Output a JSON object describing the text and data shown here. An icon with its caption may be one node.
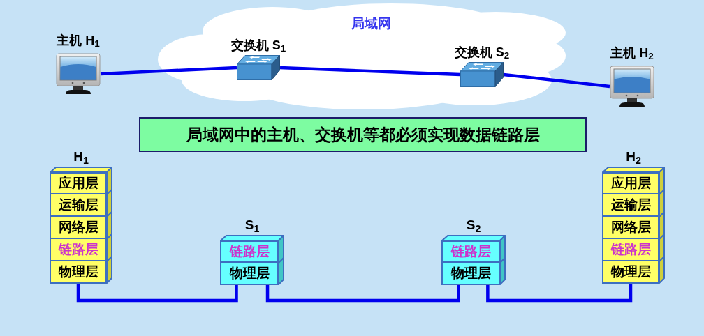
{
  "diagram": {
    "nodes": [
      {
        "text": [
          "局域网"
        ]
      },
      {
        "text": [
          "主机 H$_{1}$"
        ]
      },
      {
        "text": [
          "交换机 S$_{1}$"
        ],
        "in": 0
      },
      {
        "text": [
          "交换机 S$_{2}$"
        ],
        "in": 0
      },
      {
        "text": [
          "主机 H$_{2}$"
        ]
      },
      {
        "text": [
          "局域网中的主机、交换机等都必须实现数据链路层"
        ]
      },
      {
        "text": [
          "H$_{1}$"
        ]
      },
      {
        "text": [
          "应用层"
        ],
        "in": 6
      },
      {
        "text": [
          "运输层"
        ],
        "in": 6
      },
      {
        "text": [
          "网络层"
        ],
        "in": 6
      },
      {
        "text": [
          "链路层"
        ],
        "in": 6
      },
      {
        "text": [
          "物理层"
        ],
        "in": 6
      },
      {
        "text": [
          "S$_{1}$"
        ]
      },
      {
        "text": [
          "链路层"
        ],
        "in": 12
      },
      {
        "text": [
          "物理层"
        ],
        "in": 12
      },
      {
        "text": [
          "S$_{2}$"
        ]
      },
      {
        "text": [
          "链路层"
        ],
        "in": 15
      },
      {
        "text": [
          "物理层"
        ],
        "in": 15
      },
      {
        "text": [
          "H$_{2}$"
        ]
      },
      {
        "text": [
          "应用层"
        ],
        "in": 18
      },
      {
        "text": [
          "运输层"
        ],
        "in": 18
      },
      {
        "text": [
          "网络层"
        ],
        "in": 18
      },
      {
        "text": [
          "链路层"
        ],
        "in": 18
      },
      {
        "text": [
          "物理层"
        ],
        "in": 18
      }
    ],
    "edges": [
      {
        "from": 1,
        "to": 2,
        "arrow": "none"
      },
      {
        "from": 2,
        "to": 3,
        "arrow": "none"
      },
      {
        "from": 3,
        "to": 4,
        "arrow": "none"
      },
      {
        "from": 11,
        "to": 14,
        "arrow": "none"
      },
      {
        "from": 14,
        "to": 17,
        "arrow": "none"
      },
      {
        "from": 17,
        "to": 23,
        "arrow": "none"
      }
    ]
  }
}
